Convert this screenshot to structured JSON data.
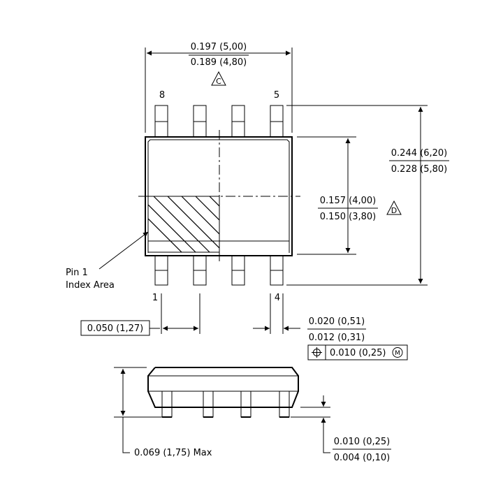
{
  "top_view": {
    "width_max": "0.197 (5,00)",
    "width_min": "0.189 (4,80)",
    "note_c": "C",
    "pin_label_8": "8",
    "pin_label_5": "5",
    "pin_label_1": "1",
    "pin_label_4": "4",
    "span_max": "0.244 (6,20)",
    "span_min": "0.228 (5,80)",
    "body_max": "0.157 (4,00)",
    "body_min": "0.150 (3,80)",
    "note_d": "D",
    "pin1_line1": "Pin 1",
    "pin1_line2": "Index Area",
    "pitch": "0.050 (1,27)",
    "lead_w_max": "0.020 (0,51)",
    "lead_w_min": "0.012 (0,31)",
    "tolerance_value": "0.010 (0,25)",
    "tolerance_modifier": "M"
  },
  "side_view": {
    "height_max": "0.069 (1,75) Max",
    "standoff_max": "0.010 (0,25)",
    "standoff_min": "0.004 (0,10)"
  }
}
